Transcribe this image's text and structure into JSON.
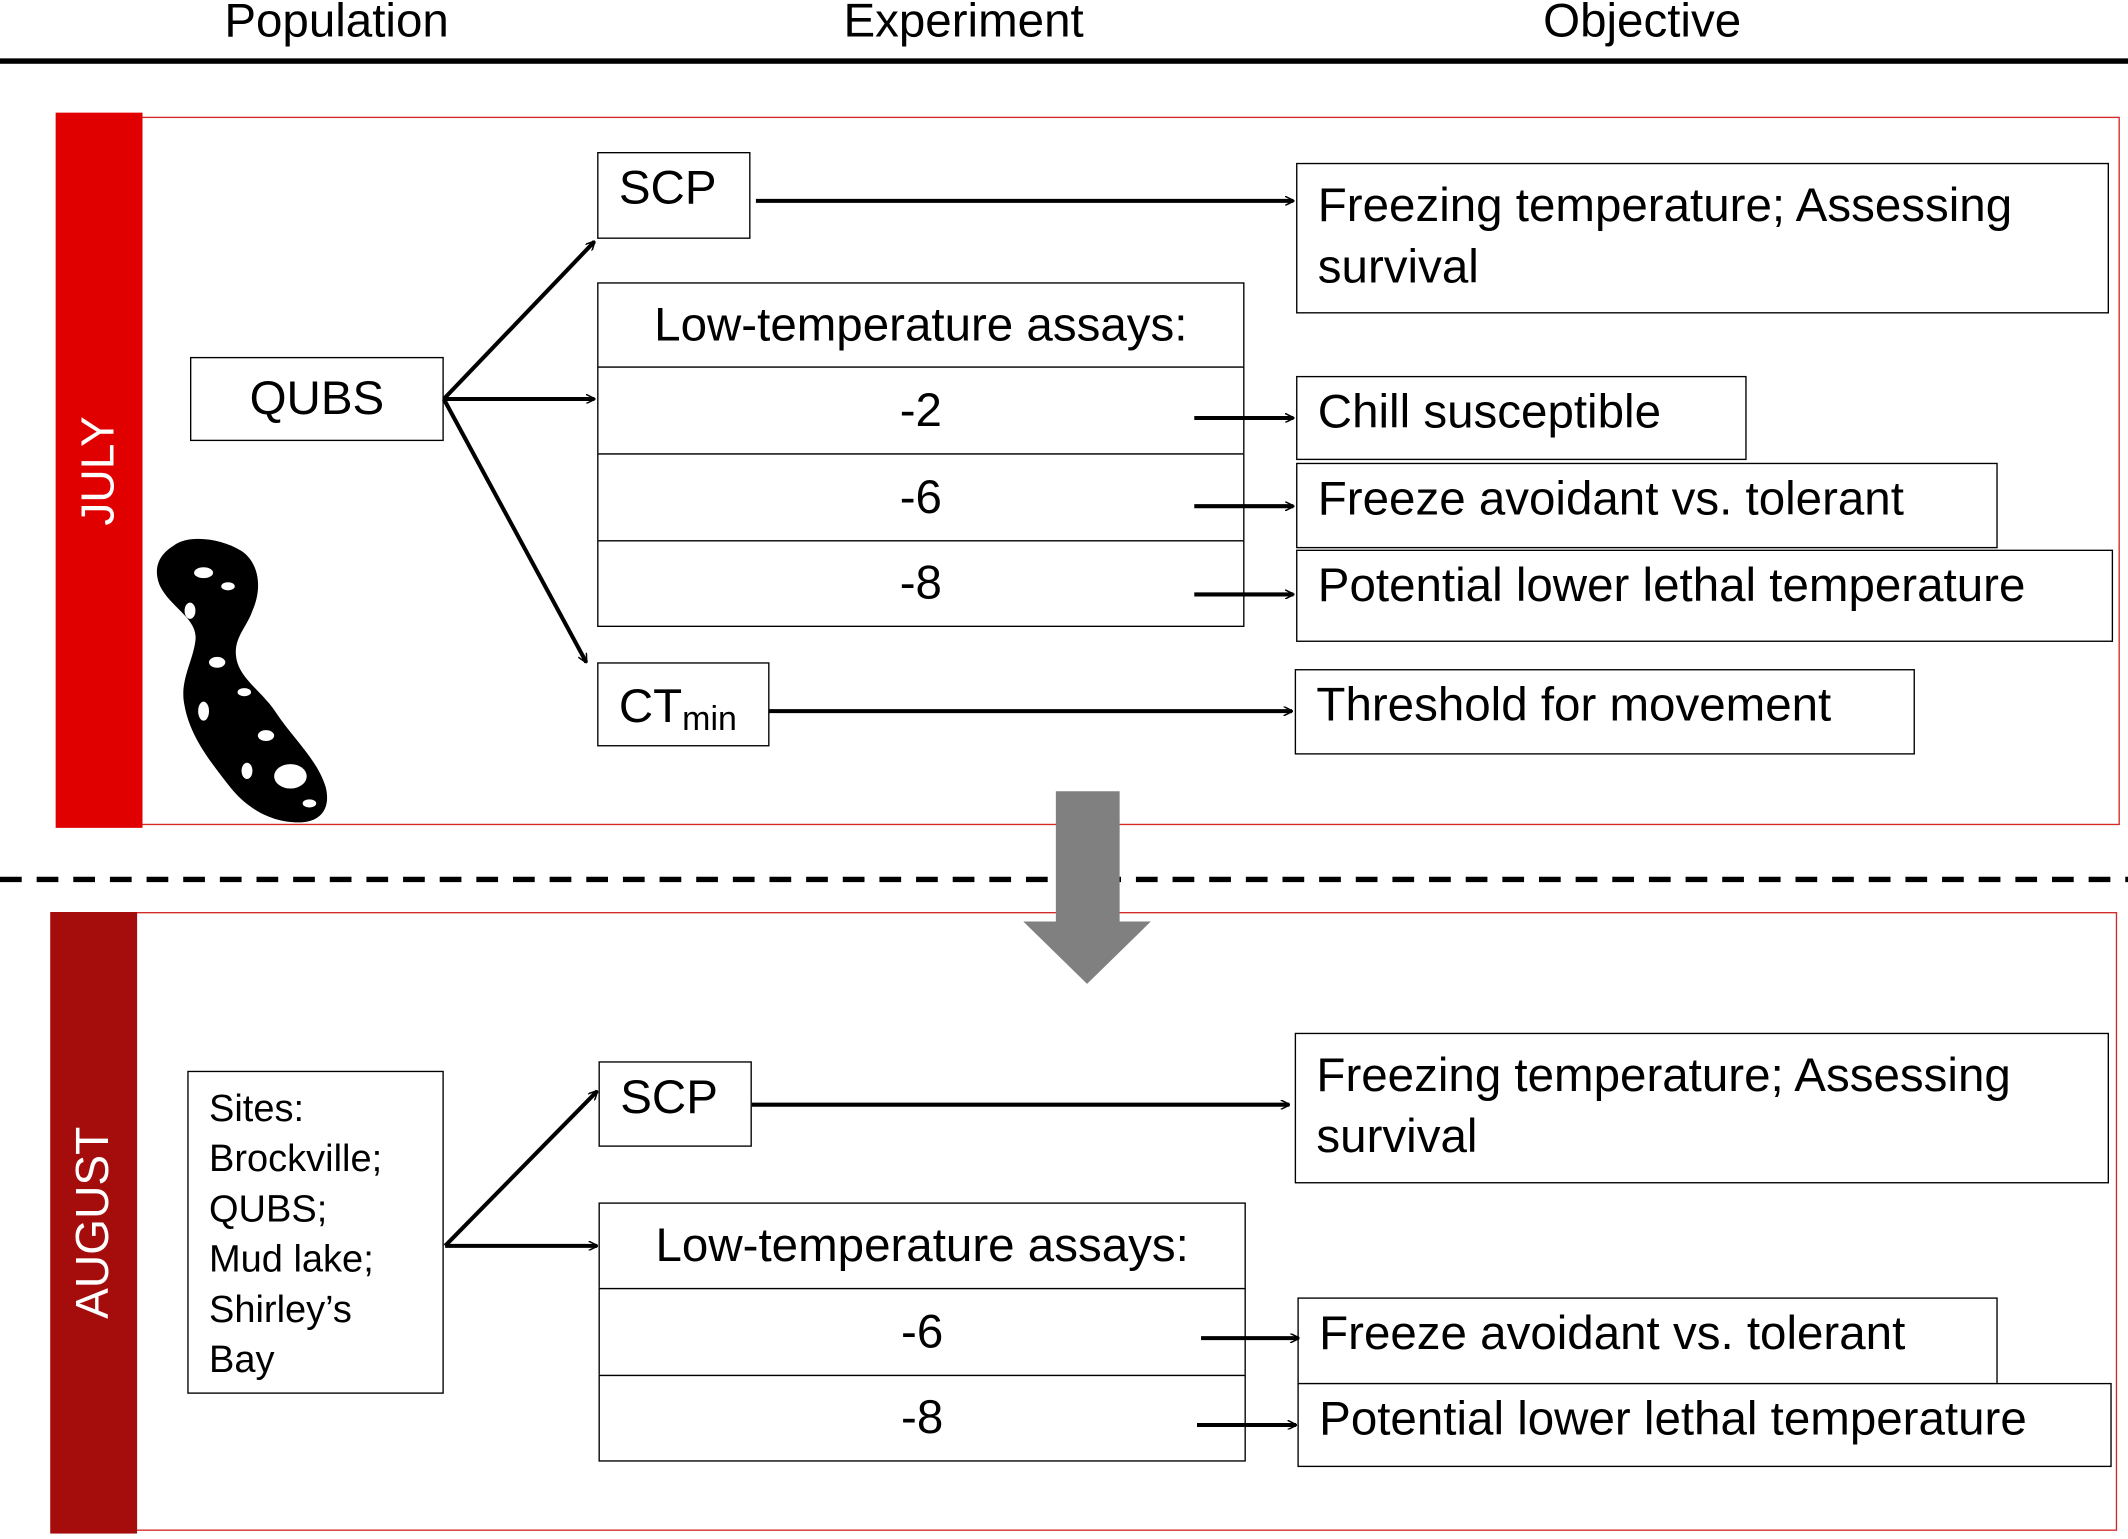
{
  "columns": {
    "population": "Population",
    "experiment": "Experiment",
    "objective": "Objective"
  },
  "july": {
    "label": "JULY",
    "color": "#e00000",
    "population": "QUBS",
    "scp": "SCP",
    "assays_title": "Low-temperature assays:",
    "assays": [
      "-2",
      "-6",
      "-8"
    ],
    "ctmin_main": "CT",
    "ctmin_sub": "min",
    "objectives": {
      "scp": "Freezing temperature; Assessing survival",
      "a1": "Chill susceptible",
      "a2": "Freeze avoidant vs. tolerant",
      "a3": "Potential lower lethal temperature",
      "ctmin": "Threshold for movement"
    }
  },
  "august": {
    "label": "AUGUST",
    "color": "#a50d0d",
    "population_lines": [
      "Sites:",
      "Brockville;",
      "QUBS;",
      "Mud lake;",
      "Shirley’s",
      "Bay"
    ],
    "scp": "SCP",
    "assays_title": "Low-temperature assays:",
    "assays": [
      "-6",
      "-8"
    ],
    "objectives": {
      "scp": "Freezing temperature; Assessing survival",
      "a1": "Freeze avoidant vs. tolerant",
      "a2": "Potential lower lethal temperature"
    }
  },
  "transition_arrow_color": "#808080"
}
